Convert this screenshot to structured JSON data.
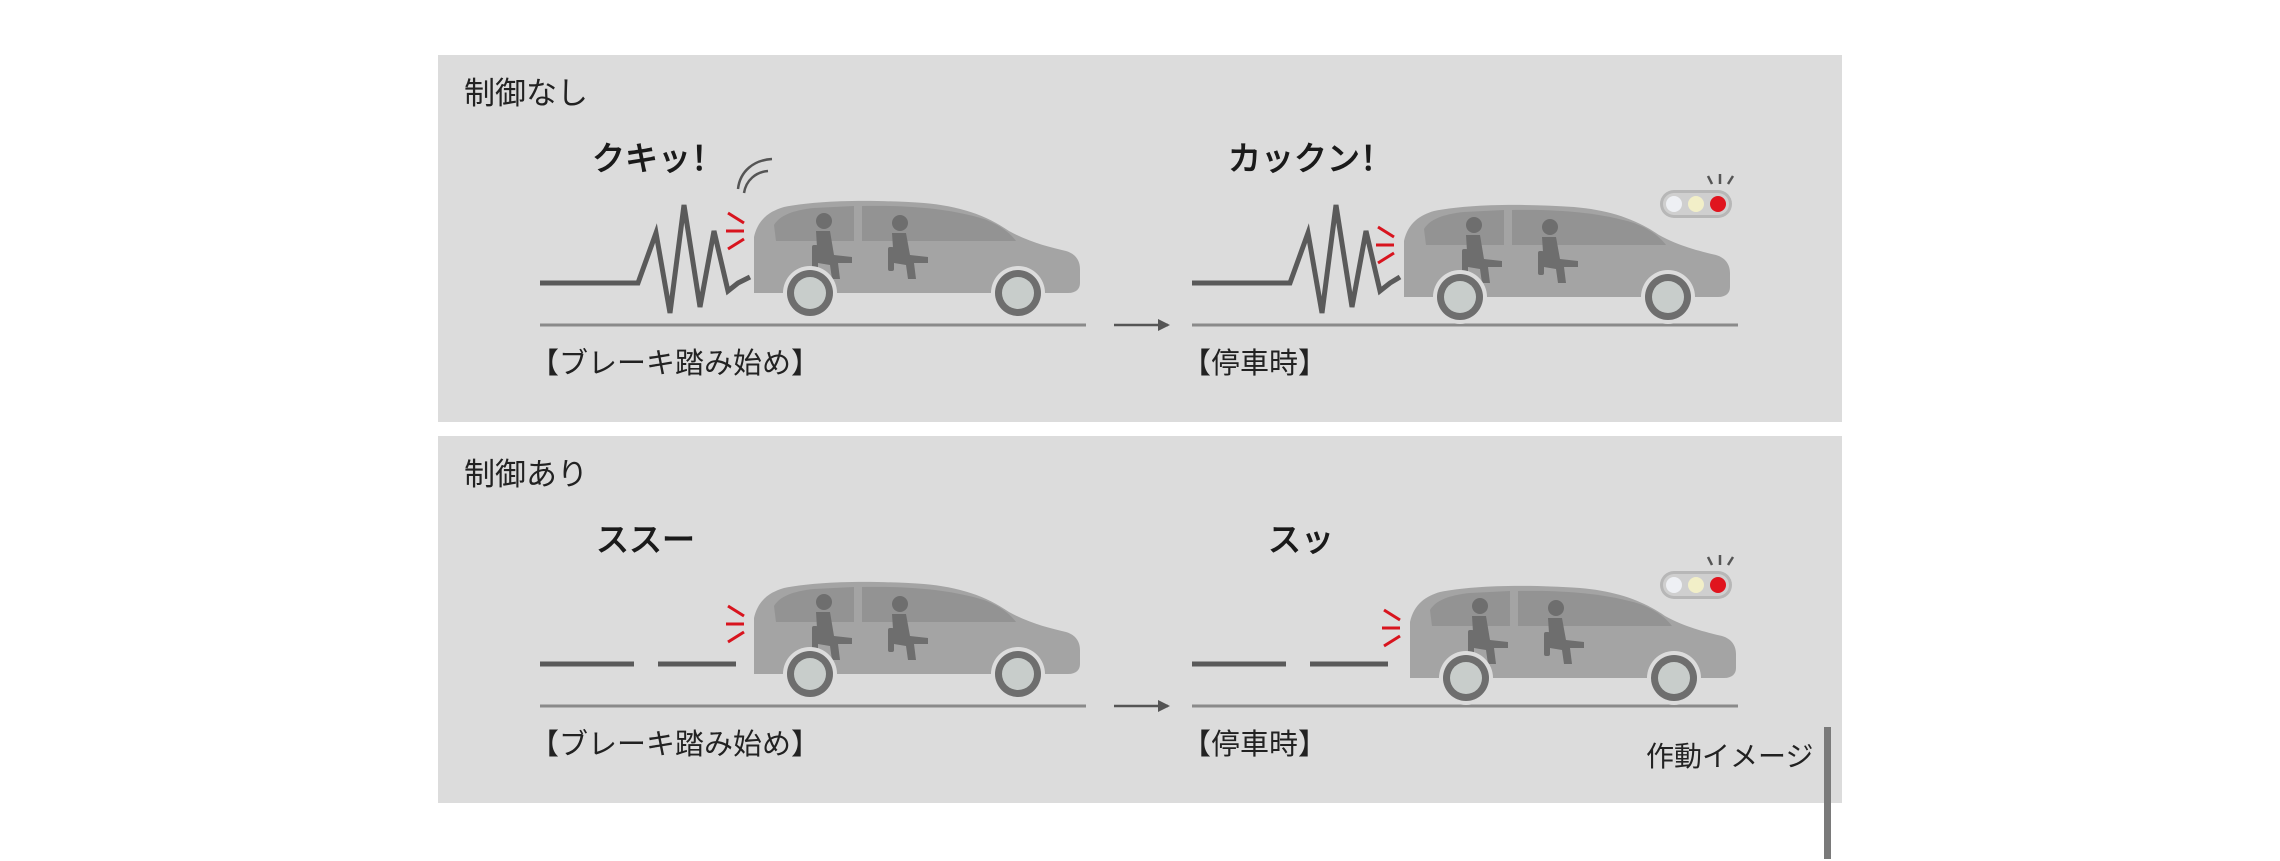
{
  "panels": [
    {
      "title": "制御なし",
      "scenes": [
        {
          "sound": "クキッ！",
          "caption": "【ブレーキ踏み始め】"
        },
        {
          "sound": "カックン！",
          "caption": "【停車時】"
        }
      ]
    },
    {
      "title": "制御あり",
      "scenes": [
        {
          "sound": "ススー",
          "caption": "【ブレーキ踏み始め】"
        },
        {
          "sound": "スッ",
          "caption": "【停車時】"
        }
      ]
    }
  ],
  "footnote": "作動イメージ",
  "icons": {
    "car": "car-silhouette-icon",
    "passenger": "seated-passenger-icon",
    "brake_light": "brake-light-icon",
    "traffic_light": "traffic-light-red-icon",
    "jolt_wave": "zigzag-jolt-icon",
    "smooth_line": "dashed-smooth-line-icon",
    "arrow": "right-arrow-icon",
    "squeak": "squeak-arcs-icon"
  },
  "colors": {
    "panel_background": "#dcdcdc",
    "car_body": "#a4a4a4",
    "car_window": "#8c8c8c",
    "wheel_rim": "#c8cdcb",
    "wheel_tire": "#6e6e6e",
    "road_line": "#8a8a8a",
    "jolt_line": "#5a5a5a",
    "brake_light": "#d8141e",
    "traffic_red": "#e0141e",
    "traffic_yellow": "#f2efc8",
    "traffic_white": "#eef0f4"
  }
}
